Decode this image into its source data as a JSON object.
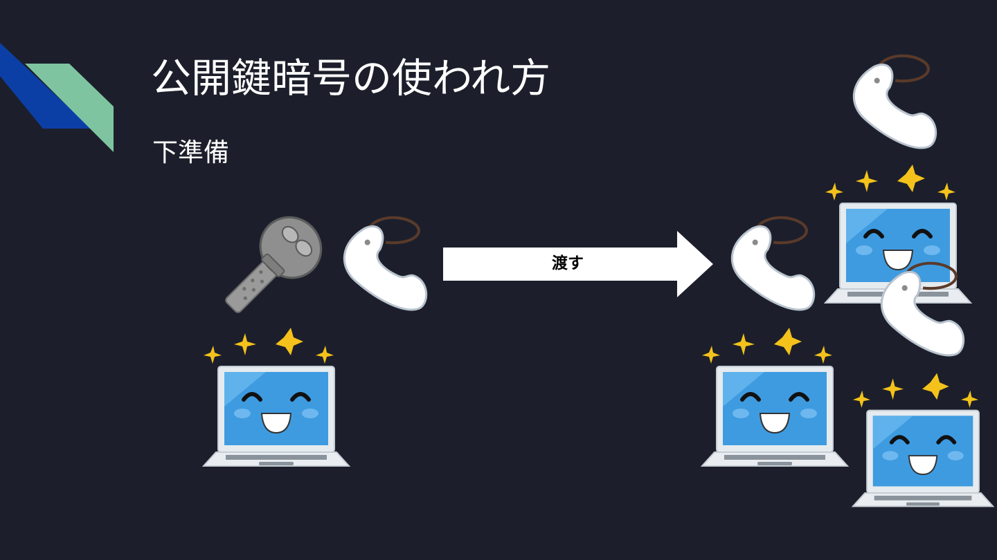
{
  "slide": {
    "title": "公開鍵暗号の使われ方",
    "subtitle": "下準備",
    "arrow_label": "渡す"
  },
  "colors": {
    "background": "#1c1f2b",
    "accent_blue": "#0b3fa6",
    "accent_green": "#7ec4a0",
    "laptop_screen": "#3e9be0",
    "sparkle": "#f4c21b"
  },
  "icons": {
    "private_key": "silver-key-icon",
    "public_key": "white-keytag-icon",
    "computer": "smiling-laptop-icon"
  }
}
